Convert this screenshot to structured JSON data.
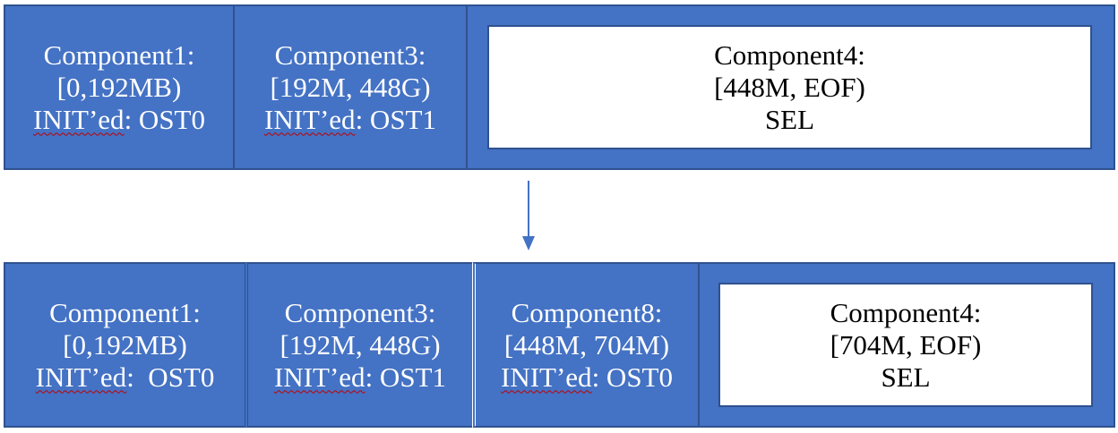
{
  "before": {
    "components": [
      {
        "name": "Component1:",
        "range": "[0,192MB)",
        "init_prefix": "INIT’ed",
        "init_suffix": ": OST0"
      },
      {
        "name": "Component3:",
        "range": "[192M, 448G)",
        "init_prefix": "INIT’ed",
        "init_suffix": ": OST1"
      },
      {
        "name": "Component4:",
        "range": "[448M, EOF)",
        "status": "SEL"
      }
    ]
  },
  "after": {
    "components": [
      {
        "name": "Component1:",
        "range": "[0,192MB)",
        "init_prefix": "INIT’ed",
        "init_suffix": ":  OST0"
      },
      {
        "name": "Component3:",
        "range": "[192M, 448G)",
        "init_prefix": "INIT’ed",
        "init_suffix": ": OST1"
      },
      {
        "name": "Component8:",
        "range": "[448M, 704M)",
        "init_prefix": "INIT’ed",
        "init_suffix": ": OST0"
      },
      {
        "name": "Component4:",
        "range": "[704M, EOF)",
        "status": "SEL"
      }
    ]
  },
  "colors": {
    "component_fill": "#4472c4",
    "component_border": "#2f528f",
    "selected_fill": "#ffffff",
    "arrow": "#4472c4"
  }
}
